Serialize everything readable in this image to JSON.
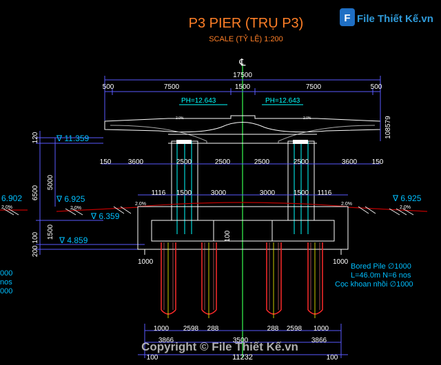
{
  "title": "P3 PIER (TRỤ P3)",
  "scale": "SCALE (TỶ LỆ) 1:200",
  "centerline": "℄",
  "top_dims": {
    "overall": "17500",
    "segments": [
      "500",
      "7500",
      "1500",
      "7500",
      "500"
    ]
  },
  "ph_left": "PH=12.643",
  "ph_right": "PH=12.643",
  "slope_small": "2.0%",
  "side_dims": {
    "cap_left": "120",
    "cap_right": "108579",
    "col_height": "5000",
    "total_height": "6500",
    "footing": "1500",
    "base": "200 100"
  },
  "elevations": {
    "top": "∇ 11.359",
    "ground_left": "∇ 6.925",
    "ground_far_left": "6.902",
    "ground_right": "∇ 6.925",
    "footing_top": "∇ 6.359",
    "footing_bottom": "∇ 4.859"
  },
  "beam_dims": [
    "150",
    "3600",
    "2500",
    "2500",
    "2500",
    "2500",
    "3600",
    "150"
  ],
  "footing_dims": [
    "1116",
    "1500",
    "3000",
    "3000",
    "1500",
    "1116"
  ],
  "slopes": {
    "left1": "2.0%",
    "left2": "2.0%",
    "mid": "2.0%",
    "right1": "2.0%",
    "right2": "2.0%"
  },
  "misc": {
    "pile_inner": "100",
    "left_1000": "1000",
    "right_1000": "1000"
  },
  "pile_note": [
    "Bored Pile ∅1000",
    "L=46.0m N=6 nos",
    "Cọc khoan nhồi ∅1000"
  ],
  "left_partial_text": [
    "000",
    "nos",
    "000"
  ],
  "bottom_dims_row1": [
    "1000",
    "2598",
    "288",
    "288",
    "2598",
    "1000"
  ],
  "bottom_dims_row2": [
    "3866",
    "3500",
    "3866"
  ],
  "bottom_dims_row3": [
    "100",
    "11232",
    "100"
  ],
  "watermark": "File Thiết Kế.vn",
  "copyright": "Copyright © File Thiết Kế.vn",
  "colors": {
    "background": "#000000",
    "title": "#ff7f27",
    "dims": "#ffffff",
    "elev": "#00bfff",
    "structure": "#ffffff",
    "dim_lines": "#5a5aff",
    "piles": "#ff2a2a",
    "rebar": "#00ffff",
    "yellow": "#ffff00",
    "ground": "#c00000",
    "magenta": "#ff00ff"
  }
}
